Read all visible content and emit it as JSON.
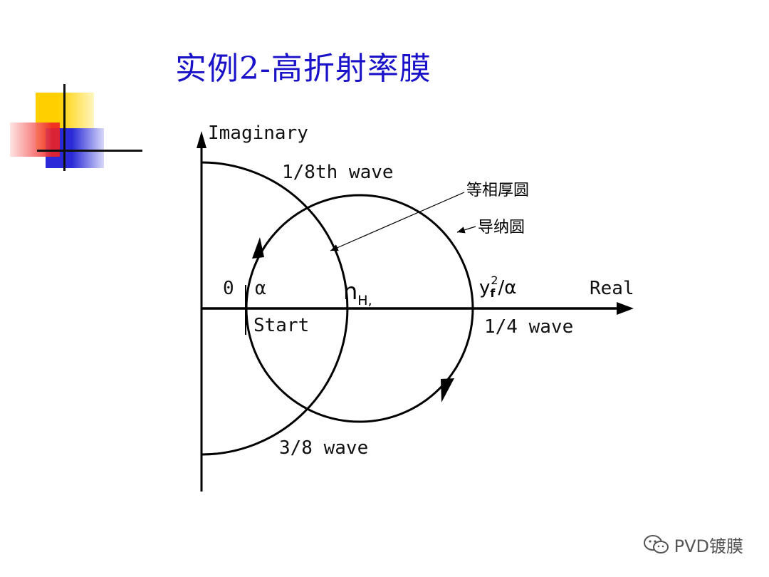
{
  "slide": {
    "title": "实例2-高折射率膜"
  },
  "diagram": {
    "axis_y_label": "Imaginary",
    "axis_x_label": "Real",
    "labels": {
      "eighth_wave": "1/8th wave",
      "quarter_wave": "1/4 wave",
      "three_eighth_wave": "3/8 wave",
      "zero": "0",
      "alpha": "α",
      "start": "Start",
      "n_main": "n",
      "n_sub": "H,",
      "yf_main": "y",
      "yf_sub": "f",
      "yf_sup": "2",
      "yf_tail": "/α"
    },
    "callouts": {
      "equal_phase_circle": "等相厚圆",
      "admittance_circle": "导纳圆"
    }
  },
  "watermark": {
    "text": "PVD镀膜"
  },
  "colors": {
    "title": "#1a12c8",
    "deco_yellow": "#ffd000",
    "deco_red": "#ee2222",
    "deco_blue": "#2a2ad8"
  }
}
